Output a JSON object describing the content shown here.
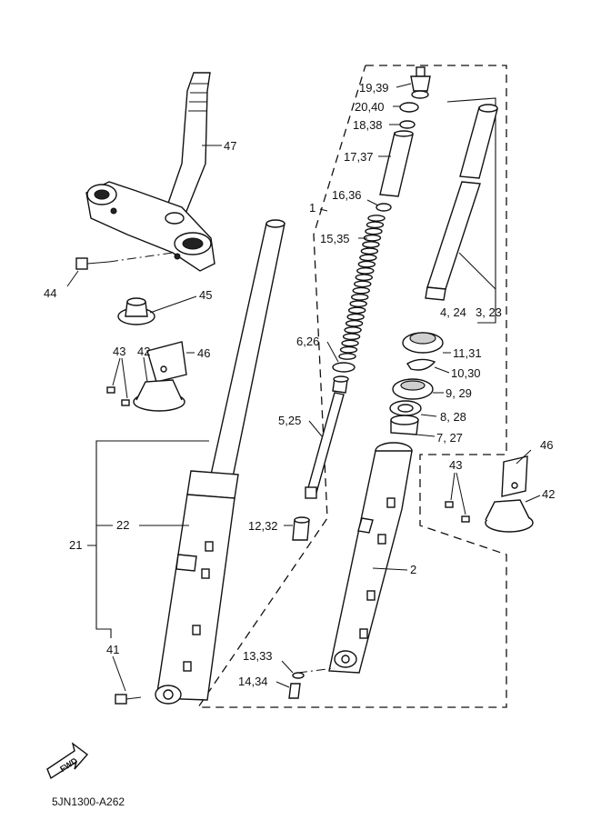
{
  "labels": {
    "p19_39": "19,39",
    "p20_40": "20,40",
    "p18_38": "18,38",
    "p17_37": "17,37",
    "p16_36": "16,36",
    "p15_35": "15,35",
    "p1": "1",
    "p47": "47",
    "p45": "45",
    "p44": "44",
    "p43a": "43",
    "p42a": "42",
    "p46a": "46",
    "p6_26": "6,26",
    "p5_25": "5,25",
    "p12_32": "12,32",
    "p4_24": "4, 24",
    "p3_23": "3, 23",
    "p11_31": "11,31",
    "p10_30": "10,30",
    "p9_29": "9, 29",
    "p8_28": "8, 28",
    "p7_27": "7, 27",
    "p46b": "46",
    "p43b": "43",
    "p42b": "42",
    "p2": "2",
    "p22": "22",
    "p21": "21",
    "p41": "41",
    "p13_33": "13,33",
    "p14_34": "14,34"
  },
  "fwd_label": "FWD",
  "diagram_code": "5JN1300-A262"
}
